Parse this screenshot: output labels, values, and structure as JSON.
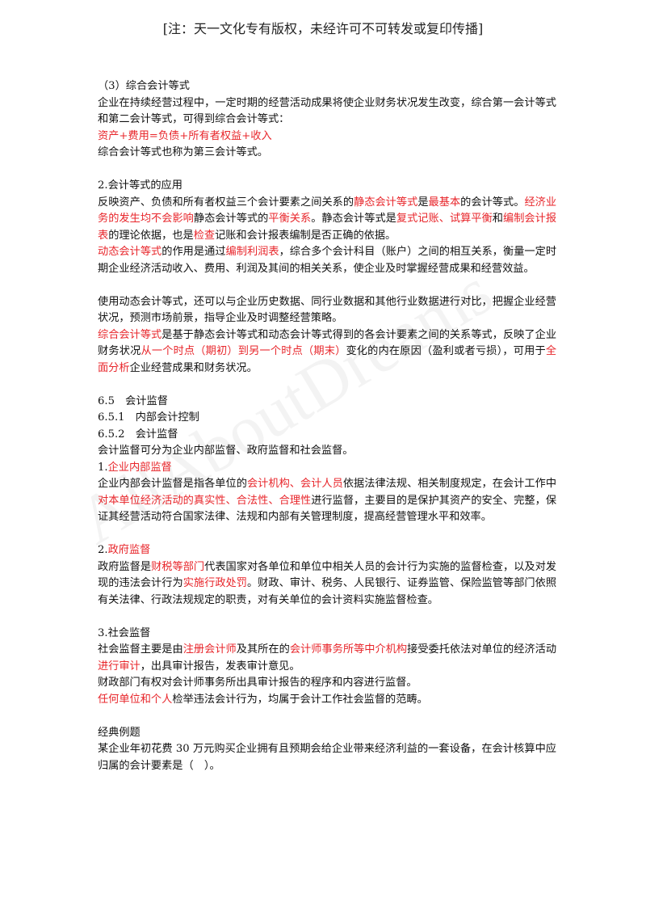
{
  "header": "[注：天一文化专有版权，未经许可不可转发或复印传播]",
  "watermark": "AllAboutDreams",
  "paragraphs": [
    [
      {
        "t": "（3）综合会计等式"
      }
    ],
    [
      {
        "t": "企业在持续经营过程中，一定时期的经营活动成果将使企业财务状况发生改变，综合第一会计等式和第二会计等式，可得到综合会计等式："
      }
    ],
    [
      {
        "t": "资产+费用=负债+所有者权益+收入",
        "red": true
      }
    ],
    [
      {
        "t": "综合会计等式也称为第三会计等式。"
      }
    ],
    null,
    [
      {
        "t": "2.会计等式的应用"
      }
    ],
    [
      {
        "t": "反映资产、负债和所有者权益三个会计要素之间关系的"
      },
      {
        "t": "静态会计等式",
        "red": true
      },
      {
        "t": "是"
      },
      {
        "t": "最基本",
        "red": true
      },
      {
        "t": "的会计等式。"
      },
      {
        "t": "经济业务的发生均不会影响",
        "red": true
      },
      {
        "t": "静态会计等式的"
      },
      {
        "t": "平衡关系",
        "red": true
      },
      {
        "t": "。静态会计等式是"
      },
      {
        "t": "复式记账、试算平衡",
        "red": true
      },
      {
        "t": "和"
      },
      {
        "t": "编制会计报表",
        "red": true
      },
      {
        "t": "的理论依据，也是"
      },
      {
        "t": "检查",
        "red": true
      },
      {
        "t": "记账和会计报表编制是否正确的依据。"
      }
    ],
    [
      {
        "t": "动态会计等式",
        "red": true
      },
      {
        "t": "的作用是通过"
      },
      {
        "t": "编制利润表",
        "red": true
      },
      {
        "t": "，综合多个会计科目（账户）之间的相互关系，衡量一定时期企业经济活动收入、费用、利润及其间的相关关系，使企业及时掌握经营成果和经营效益。"
      }
    ],
    null,
    [
      {
        "t": "使用动态会计等式，还可以与企业历史数据、同行业数据和其他行业数据进行对比，把握企业经营状况，预测市场前景，指导企业及时调整经营策略。"
      }
    ],
    [
      {
        "t": "综合会计等式",
        "red": true
      },
      {
        "t": "是基于静态会计等式和动态会计等式得到的各会计要素之间的关系等式，反映了企业财务状况"
      },
      {
        "t": "从一个时点（期初）到另一个时点（期末）",
        "red": true
      },
      {
        "t": "变化的内在原因（盈利或者亏损），可用于"
      },
      {
        "t": "全面分析",
        "red": true
      },
      {
        "t": "企业经营成果和财务状况。"
      }
    ],
    null,
    [
      {
        "t": "6.5　会计监督"
      }
    ],
    [
      {
        "t": "6.5.1　内部会计控制"
      }
    ],
    [
      {
        "t": "6.5.2　会计监督"
      }
    ],
    [
      {
        "t": "会计监督可分为企业内部监督、政府监督和社会监督。"
      }
    ],
    [
      {
        "t": "1."
      },
      {
        "t": "企业内部监督",
        "red": true
      }
    ],
    [
      {
        "t": "企业内部会计监督是指各单位的"
      },
      {
        "t": "会计机构、会计人员",
        "red": true
      },
      {
        "t": "依据法律法规、相关制度规定，在会计工作中"
      },
      {
        "t": "对本单位经济活动的真实性、合法性、合理性",
        "red": true
      },
      {
        "t": "进行监督，主要目的是保护其资产的安全、完整，保证其经营活动符合国家法律、法规和内部有关管理制度，提高经营管理水平和效率。"
      }
    ],
    null,
    [
      {
        "t": "2."
      },
      {
        "t": "政府监督",
        "red": true
      }
    ],
    [
      {
        "t": "政府监督是"
      },
      {
        "t": "财税等部门",
        "red": true
      },
      {
        "t": "代表国家对各单位和单位中相关人员的会计行为实施的监督检查，以及对发现的违法会计行为"
      },
      {
        "t": "实施行政处罚",
        "red": true
      },
      {
        "t": "。财政、审计、税务、人民银行、证券监管、保险监管等部门依照有关法律、行政法规规定的职责，对有关单位的会计资料实施监督检查。"
      }
    ],
    null,
    [
      {
        "t": "3.社会监督"
      }
    ],
    [
      {
        "t": "社会监督主要是由"
      },
      {
        "t": "注册会计师",
        "red": true
      },
      {
        "t": "及其所在的"
      },
      {
        "t": "会计师事务所等中介机构",
        "red": true
      },
      {
        "t": "接受委托依法对单位的经济活动"
      },
      {
        "t": "进行审计",
        "red": true
      },
      {
        "t": "，出具审计报告，发表审计意见。"
      }
    ],
    [
      {
        "t": "财政部门有权对会计师事务所出具审计报告的程序和内容进行监督。"
      }
    ],
    [
      {
        "t": "任何单位和个人",
        "red": true
      },
      {
        "t": "检举违法会计行为，均属于会计工作社会监督的范畴。"
      }
    ],
    null,
    [
      {
        "t": "经典例题"
      }
    ],
    [
      {
        "t": "某企业年初花费 30 万元购买企业拥有且预期会给企业带来经济利益的一套设备，在会计核算中应归属的会计要素是（　）。"
      }
    ]
  ]
}
